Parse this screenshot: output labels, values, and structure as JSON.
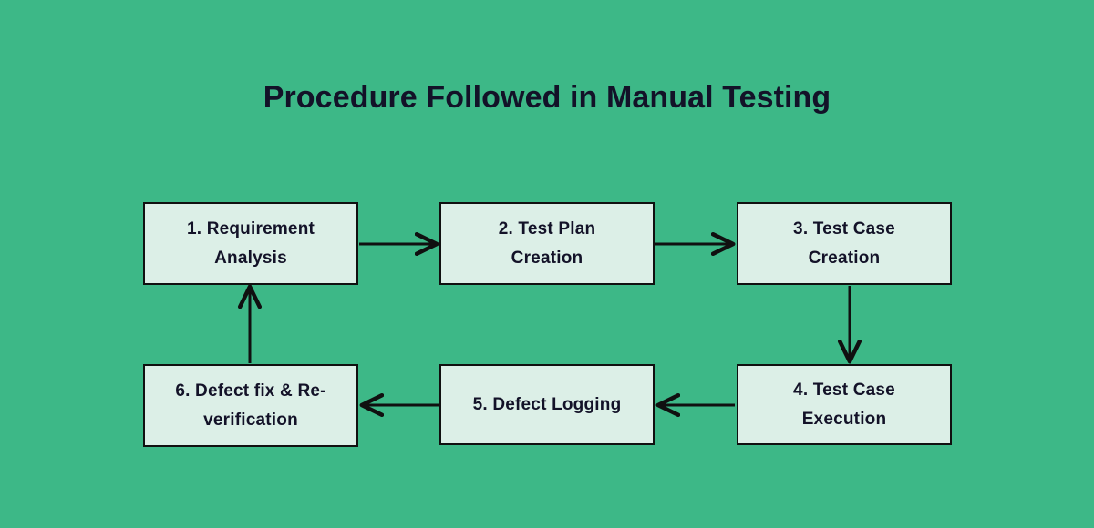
{
  "page": {
    "title": "Procedure Followed in Manual Testing",
    "background_color": "#3db887",
    "node_fill_color": "#dcefe7",
    "node_border_color": "#101010",
    "text_color": "#131228"
  },
  "diagram": {
    "type": "flowchart",
    "shape": "cycle",
    "nodes": [
      {
        "id": "1",
        "label": "1. Requirement\nAnalysis",
        "row": "top",
        "column": 1
      },
      {
        "id": "2",
        "label": "2. Test Plan\nCreation",
        "row": "top",
        "column": 2
      },
      {
        "id": "3",
        "label": "3. Test Case\nCreation",
        "row": "top",
        "column": 3
      },
      {
        "id": "4",
        "label": "4. Test Case\nExecution",
        "row": "bottom",
        "column": 3
      },
      {
        "id": "5",
        "label": "5. Defect Logging",
        "row": "bottom",
        "column": 2
      },
      {
        "id": "6",
        "label": "6. Defect fix & Re-\nverification",
        "row": "bottom",
        "column": 1
      }
    ],
    "edges": [
      {
        "id": "e1",
        "from": "1",
        "to": "2",
        "direction": "right"
      },
      {
        "id": "e2",
        "from": "2",
        "to": "3",
        "direction": "right"
      },
      {
        "id": "e3",
        "from": "3",
        "to": "4",
        "direction": "down"
      },
      {
        "id": "e4",
        "from": "4",
        "to": "5",
        "direction": "left"
      },
      {
        "id": "e5",
        "from": "5",
        "to": "6",
        "direction": "left"
      },
      {
        "id": "e6",
        "from": "6",
        "to": "1",
        "direction": "up"
      }
    ]
  }
}
